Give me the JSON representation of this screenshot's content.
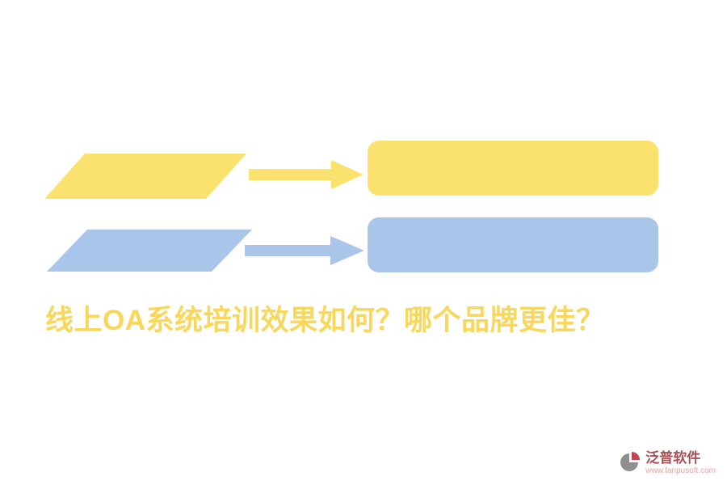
{
  "canvas": {
    "background": "#ffffff"
  },
  "flow": {
    "rows": [
      {
        "id": "top",
        "color": "#FBE26F",
        "shapes": [
          "parallelogram",
          "arrow-right",
          "rounded-rectangle"
        ]
      },
      {
        "id": "bottom",
        "color": "#A9C6EA",
        "shapes": [
          "parallelogram",
          "arrow-right",
          "rounded-rectangle"
        ]
      }
    ]
  },
  "heading": {
    "text": "线上OA系统培训效果如何？哪个品牌更佳？",
    "color": "#F8D75B"
  },
  "watermark": {
    "icon": "fanpu-pie-icon",
    "brand": "泛普软件",
    "url": "www.fanpusoft.com",
    "brand_color": "#A85055",
    "url_color": "#E2A6A6"
  }
}
